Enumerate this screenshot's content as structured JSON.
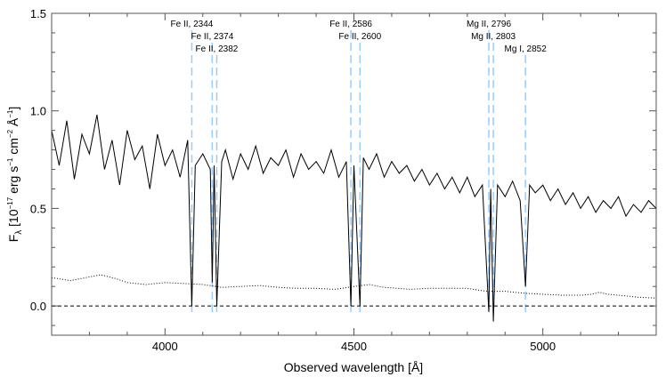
{
  "chart_data": {
    "type": "line",
    "xlabel": "Observed wavelength [Å]",
    "ylabel": {
      "main": "F",
      "sub": "λ",
      "rest": " [10",
      "exp1": "−17",
      "u1": " erg s",
      "exp2": "−1",
      "u2": " cm",
      "exp3": "−2",
      "u3": " Å",
      "exp4": "−1",
      "end": "]"
    },
    "xlim": [
      3700,
      5300
    ],
    "ylim": [
      -0.15,
      1.5
    ],
    "xticks": [
      4000,
      4500,
      5000
    ],
    "yticks": [
      "0.0",
      "0.5",
      "1.0",
      "1.5"
    ],
    "grid": false,
    "colors": {
      "flux": "#000000",
      "error": "#000000",
      "lines": "#99ccff",
      "zero": "#000000"
    },
    "flux": {
      "x": [
        3700,
        3720,
        3740,
        3760,
        3780,
        3800,
        3820,
        3840,
        3860,
        3880,
        3900,
        3920,
        3940,
        3960,
        3980,
        4000,
        4020,
        4040,
        4060,
        4071,
        4080,
        4100,
        4120,
        4125,
        4130,
        4137,
        4150,
        4160,
        4180,
        4200,
        4220,
        4240,
        4260,
        4280,
        4300,
        4320,
        4340,
        4360,
        4380,
        4400,
        4420,
        4440,
        4460,
        4480,
        4492,
        4500,
        4516,
        4525,
        4540,
        4560,
        4580,
        4600,
        4620,
        4640,
        4660,
        4680,
        4700,
        4720,
        4740,
        4760,
        4780,
        4800,
        4820,
        4840,
        4857,
        4862,
        4869,
        4880,
        4900,
        4920,
        4940,
        4954,
        4965,
        4980,
        5000,
        5020,
        5040,
        5060,
        5080,
        5100,
        5120,
        5140,
        5160,
        5180,
        5200,
        5220,
        5240,
        5260,
        5280,
        5300
      ],
      "y": [
        0.9,
        0.72,
        0.95,
        0.65,
        0.88,
        0.78,
        0.98,
        0.7,
        0.85,
        0.62,
        0.9,
        0.75,
        0.82,
        0.6,
        0.88,
        0.72,
        0.8,
        0.66,
        0.85,
        0.0,
        0.72,
        0.78,
        0.7,
        0.12,
        0.72,
        0.0,
        0.74,
        0.8,
        0.65,
        0.78,
        0.7,
        0.82,
        0.68,
        0.76,
        0.72,
        0.8,
        0.66,
        0.78,
        0.7,
        0.74,
        0.68,
        0.8,
        0.66,
        0.74,
        0.0,
        0.72,
        0.0,
        0.76,
        0.7,
        0.78,
        0.66,
        0.74,
        0.68,
        0.72,
        0.64,
        0.7,
        0.62,
        0.68,
        0.6,
        0.66,
        0.58,
        0.66,
        0.56,
        0.62,
        -0.03,
        0.6,
        -0.08,
        0.62,
        0.56,
        0.64,
        0.54,
        0.1,
        0.62,
        0.58,
        0.62,
        0.54,
        0.6,
        0.52,
        0.58,
        0.5,
        0.56,
        0.48,
        0.54,
        0.5,
        0.56,
        0.46,
        0.52,
        0.48,
        0.54,
        0.5
      ]
    },
    "error": {
      "x": [
        3700,
        3750,
        3790,
        3830,
        3870,
        3900,
        3950,
        4000,
        4050,
        4100,
        4150,
        4200,
        4250,
        4300,
        4350,
        4400,
        4450,
        4500,
        4540,
        4580,
        4650,
        4700,
        4800,
        4850,
        4900,
        4950,
        5000,
        5050,
        5100,
        5130,
        5150,
        5170,
        5200,
        5250,
        5300
      ],
      "y": [
        0.145,
        0.13,
        0.145,
        0.16,
        0.14,
        0.12,
        0.11,
        0.12,
        0.115,
        0.11,
        0.095,
        0.1,
        0.105,
        0.095,
        0.09,
        0.09,
        0.085,
        0.1,
        0.11,
        0.095,
        0.085,
        0.09,
        0.09,
        0.075,
        0.075,
        0.065,
        0.06,
        0.055,
        0.055,
        0.06,
        0.07,
        0.06,
        0.055,
        0.045,
        0.04
      ]
    },
    "absorption_lines": [
      {
        "label": "Fe II, 2344",
        "wavelength": 4071
      },
      {
        "label": "Fe II, 2374",
        "wavelength": 4125
      },
      {
        "label": "Fe II, 2382",
        "wavelength": 4137
      },
      {
        "label": "Fe II, 2586",
        "wavelength": 4492
      },
      {
        "label": "Fe II, 2600",
        "wavelength": 4516
      },
      {
        "label": "Mg II, 2796",
        "wavelength": 4857
      },
      {
        "label": "Mg II, 2803",
        "wavelength": 4869
      },
      {
        "label": "Mg I, 2852",
        "wavelength": 4954
      }
    ]
  }
}
